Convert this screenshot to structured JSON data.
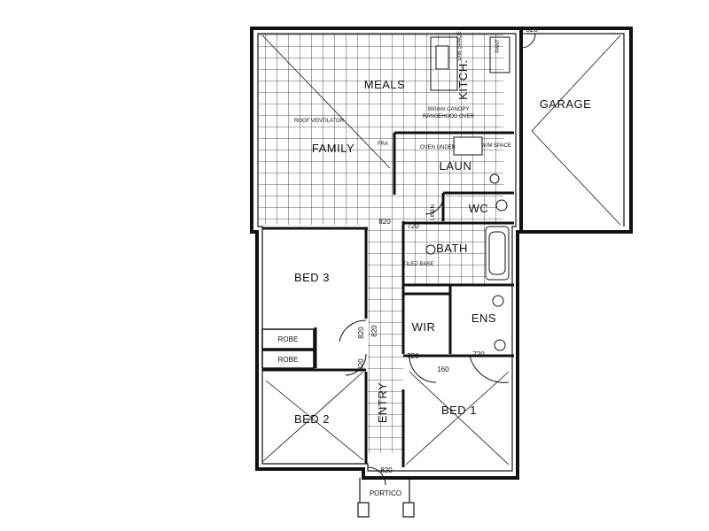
{
  "rooms": {
    "meals": "MEALS",
    "family": "FAMILY",
    "kitchen": "KITCH.",
    "garage": "GARAGE",
    "laundry": "LAUN",
    "wc": "WC",
    "bath": "BATH",
    "bed3": "BED 3",
    "bed2": "BED 2",
    "bed1": "BED 1",
    "wir": "WIR",
    "ens": "ENS",
    "entry": "ENTRY",
    "portico": "PORTICO"
  },
  "fixtures": {
    "robe_upper": "ROBE",
    "robe_lower": "ROBE",
    "roof_ventilator": "ROOF VENTILATOR",
    "canopy": "900mm CANOPY",
    "rangehood": "RANGEHOOD OVER",
    "oven_under": "OVEN UNDER",
    "wm_space": "W/M SPACE",
    "dw_space": "D/W SPACE",
    "pantry": "PANT",
    "tiled_base": "TILED BASE",
    "linen": "LINEN",
    "fra": "FRA"
  },
  "dimensions": {
    "garage_door": "820",
    "family_door": "820",
    "bath_door": "720",
    "bed3_door": "820",
    "entry_door": "820",
    "bed2_door": "820",
    "wir_door": "720",
    "ens_door": "720",
    "portico_door": "820",
    "bed1_door": "160"
  }
}
